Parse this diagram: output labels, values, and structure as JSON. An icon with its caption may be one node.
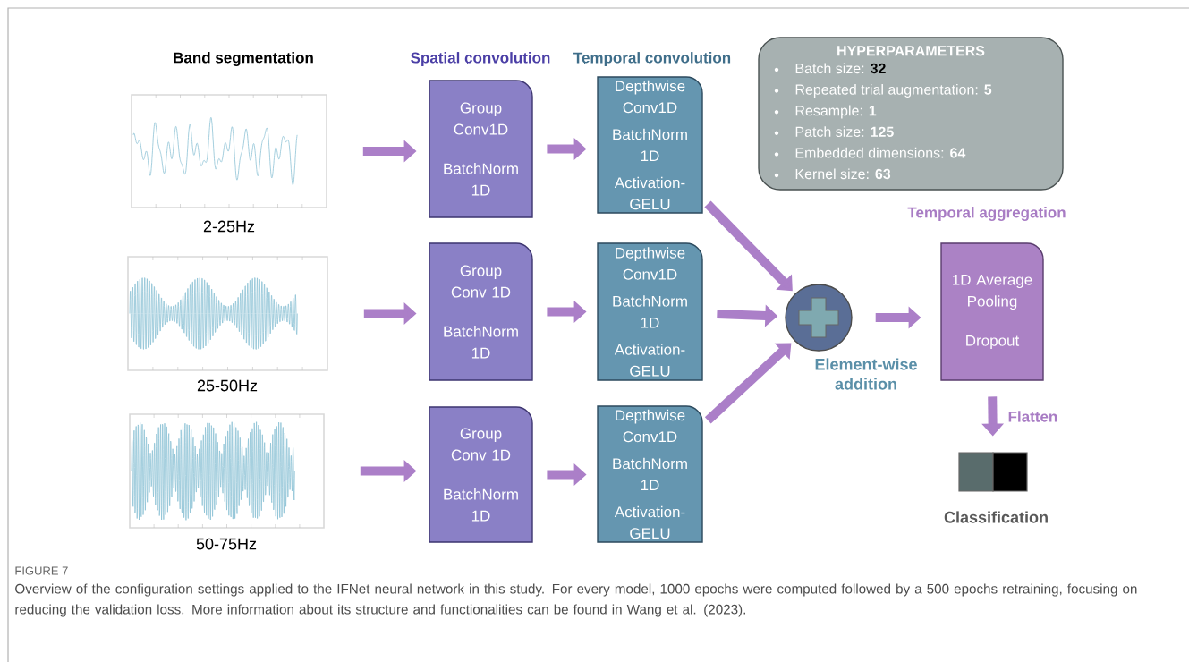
{
  "diagram": {
    "caption": "Overview of the configuration settings applied to the IFNet neural network in this study. For every model, 1000 epochs were computed followed by a 500 epochs retraining, focusing on reducing the validation loss. More information about its structure and functionalities can be found in Wang et al. (2023).",
    "nodes": [
      {
        "text": [],
        "shape": "picture",
        "beside": [
          "2-25Hz"
        ]
      },
      {
        "text": [],
        "shape": "picture",
        "beside": [
          "25-50Hz"
        ]
      },
      {
        "text": [],
        "shape": "picture",
        "beside": [
          "50-75Hz"
        ]
      },
      {
        "text": [
          "Group Conv1D",
          "BatchNorm 1D"
        ]
      },
      {
        "text": [
          "Group Conv 1D",
          "BatchNorm 1D"
        ]
      },
      {
        "text": [
          "Group Conv 1D",
          "BatchNorm 1D"
        ]
      },
      {
        "text": [
          "Depthwise Conv1D",
          "BatchNorm 1D",
          "Activation-GELU"
        ]
      },
      {
        "text": [
          "Depthwise Conv1D",
          "BatchNorm 1D",
          "Activation-GELU"
        ]
      },
      {
        "text": [
          "Depthwise Conv1D",
          "BatchNorm 1D",
          "Activation-GELU"
        ]
      },
      {
        "text": [
          "HYPERPARAMETERS",
          "Batch size: **32**",
          "Repeated trial augmentation: **5**",
          "Resample: **1**",
          "Patch size: **125**",
          "Embedded dimensions: **64**",
          "Kernel size: **63**"
        ]
      },
      {
        "text": [],
        "shape": "circle",
        "beside": [
          "Element-wise addition"
        ]
      },
      {
        "text": [
          "1D Average Pooling",
          "Dropout"
        ]
      },
      {
        "text": [],
        "shape": "box",
        "beside": [
          "Classification"
        ]
      }
    ],
    "edges": [
      {
        "from": 0,
        "to": 3,
        "arrow": "to"
      },
      {
        "from": 1,
        "to": 4,
        "arrow": "to"
      },
      {
        "from": 2,
        "to": 5,
        "arrow": "to"
      },
      {
        "from": 3,
        "to": 6,
        "arrow": "to"
      },
      {
        "from": 4,
        "to": 7,
        "arrow": "to"
      },
      {
        "from": 5,
        "to": 8,
        "arrow": "to"
      },
      {
        "from": 6,
        "to": 10,
        "arrow": "to"
      },
      {
        "from": 7,
        "to": 10,
        "arrow": "to"
      },
      {
        "from": 8,
        "to": 10,
        "arrow": "to"
      },
      {
        "from": 10,
        "to": 11,
        "arrow": "to"
      },
      {
        "from": 11,
        "to": 12,
        "arrow": "to",
        "label": "Flatten"
      }
    ],
    "labels": [
      "Band segmentation",
      "Spatial convolution",
      "Temporal convolution",
      "Temporal aggregation",
      "FIGURE 7"
    ]
  }
}
